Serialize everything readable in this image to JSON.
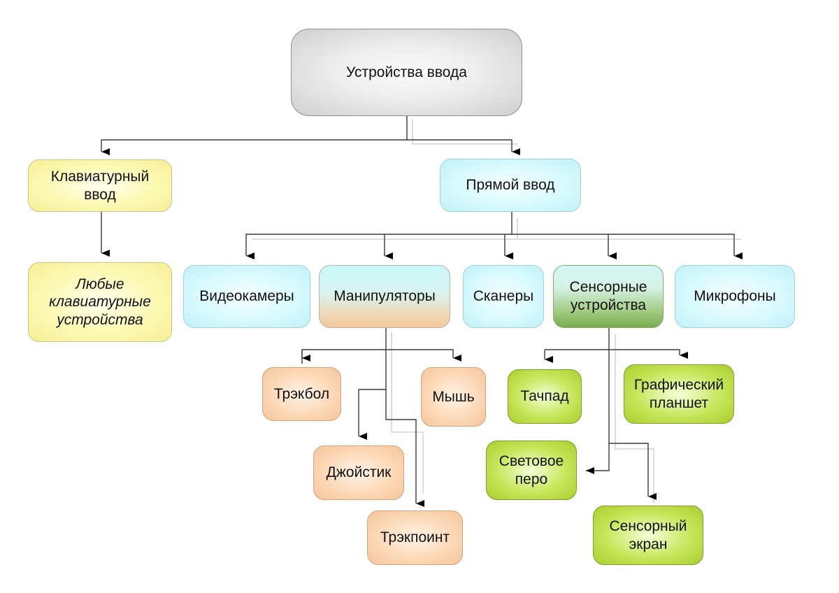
{
  "diagram": {
    "root": {
      "label": "Устройства ввода"
    },
    "keyboard_input": {
      "label": "Клавиатурный\nввод"
    },
    "any_keyboards": {
      "label": "Любые\nклавиатурные\nустройства"
    },
    "direct_input": {
      "label": "Прямой ввод"
    },
    "direct_children": [
      {
        "id": "video",
        "label": "Видеокамеры"
      },
      {
        "id": "manip",
        "label": "Манипуляторы"
      },
      {
        "id": "scanners",
        "label": "Сканеры"
      },
      {
        "id": "sensor",
        "label": "Сенсорные\nустройства"
      },
      {
        "id": "mics",
        "label": "Микрофоны"
      }
    ],
    "manipulators": [
      {
        "id": "trackball",
        "label": "Трэкбол"
      },
      {
        "id": "mouse",
        "label": "Мышь"
      },
      {
        "id": "joystick",
        "label": "Джойстик"
      },
      {
        "id": "trackpoint",
        "label": "Трэкпоинт"
      }
    ],
    "sensor_devices": [
      {
        "id": "touchpad",
        "label": "Тачпад"
      },
      {
        "id": "tablet",
        "label": "Графический\nпланшет"
      },
      {
        "id": "lightpen",
        "label": "Световое\nперо"
      },
      {
        "id": "touchscreen",
        "label": "Сенсорный\nэкран"
      }
    ],
    "edges": [
      [
        "root",
        "keyboard_input"
      ],
      [
        "root",
        "direct_input"
      ],
      [
        "keyboard_input",
        "any_keyboards"
      ],
      [
        "direct_input",
        "video"
      ],
      [
        "direct_input",
        "manip"
      ],
      [
        "direct_input",
        "scanners"
      ],
      [
        "direct_input",
        "sensor"
      ],
      [
        "direct_input",
        "mics"
      ],
      [
        "manip",
        "trackball"
      ],
      [
        "manip",
        "mouse"
      ],
      [
        "manip",
        "joystick"
      ],
      [
        "manip",
        "trackpoint"
      ],
      [
        "sensor",
        "touchpad"
      ],
      [
        "sensor",
        "tablet"
      ],
      [
        "sensor",
        "lightpen"
      ],
      [
        "sensor",
        "touchscreen"
      ]
    ]
  }
}
